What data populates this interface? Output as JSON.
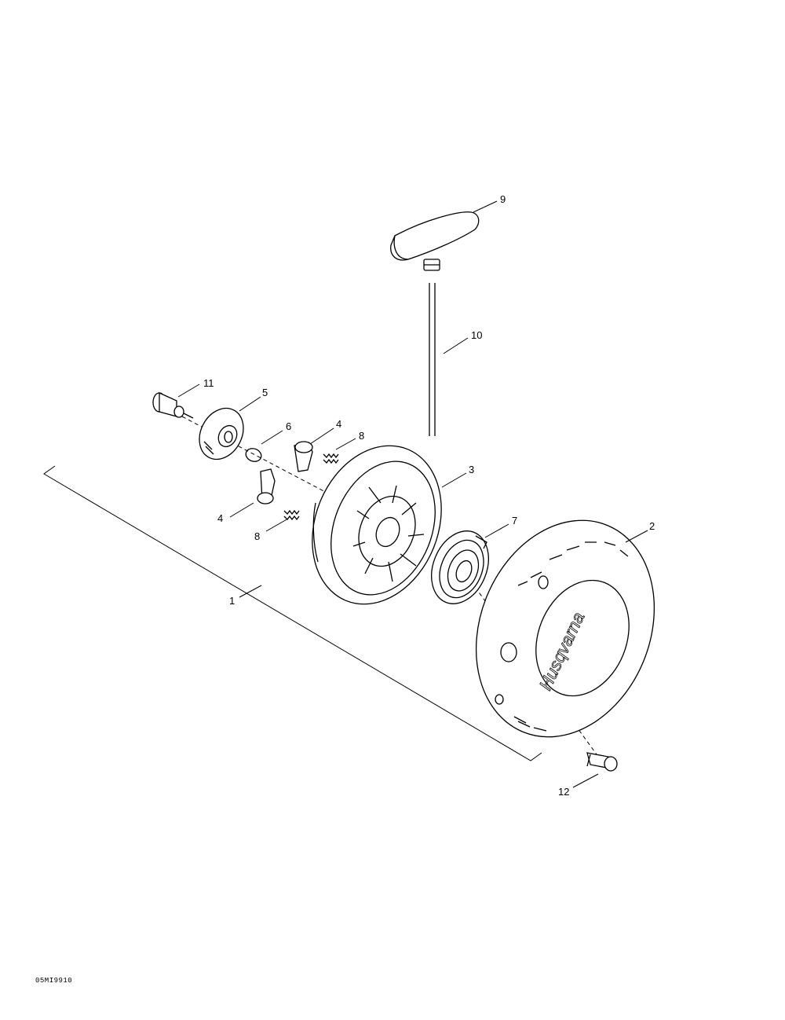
{
  "figure": {
    "code": "05MI9910",
    "brand_text": "Husqvarna"
  },
  "callouts": [
    "1",
    "2",
    "3",
    "4",
    "4",
    "5",
    "6",
    "7",
    "8",
    "8",
    "9",
    "10",
    "11",
    "12"
  ],
  "parts": [
    {
      "id": "1",
      "name": "starter-assembly"
    },
    {
      "id": "2",
      "name": "starter-housing"
    },
    {
      "id": "3",
      "name": "rope-pulley"
    },
    {
      "id": "4",
      "name": "pawl"
    },
    {
      "id": "5",
      "name": "pawl-guide-plate"
    },
    {
      "id": "6",
      "name": "snap-ring"
    },
    {
      "id": "7",
      "name": "recoil-spring"
    },
    {
      "id": "8",
      "name": "pawl-spring"
    },
    {
      "id": "9",
      "name": "starter-handle"
    },
    {
      "id": "10",
      "name": "starter-rope"
    },
    {
      "id": "11",
      "name": "center-screw"
    },
    {
      "id": "12",
      "name": "housing-bolt"
    }
  ]
}
